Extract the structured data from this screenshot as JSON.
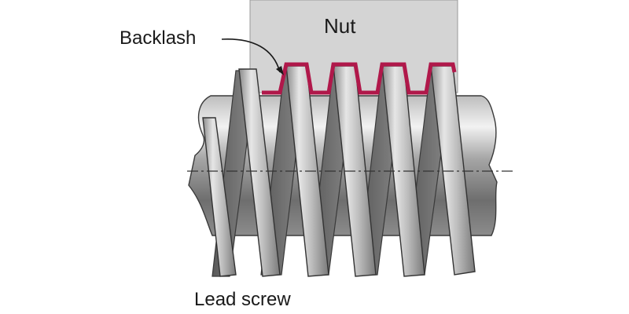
{
  "labels": {
    "nut": "Nut",
    "backlash": "Backlash",
    "lead_screw": "Lead screw"
  },
  "colors": {
    "nut_fill": "#d4d4d4",
    "backlash_clearance": "#b0184a",
    "thread_steel": "#9c9c9c",
    "outline": "#333333"
  },
  "thread_count": 6
}
